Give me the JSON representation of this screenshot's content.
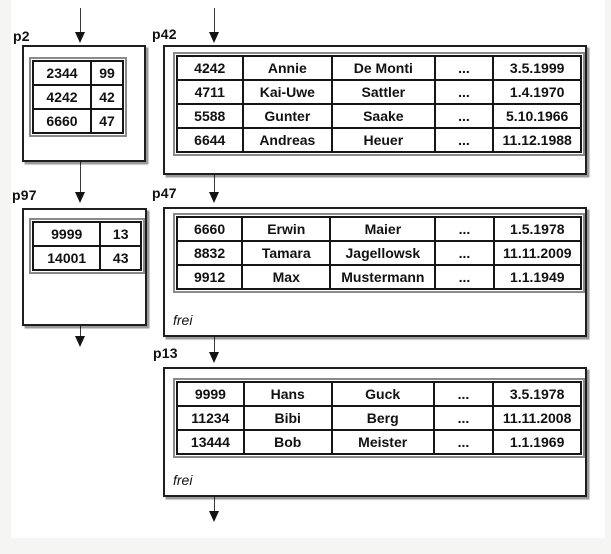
{
  "colors": {
    "background": "#ffffff",
    "page_margin": "#f5f5f3",
    "box_border": "#1f1f1f",
    "table_frame_gray": "#8a8a8a",
    "cell_border": "#161616",
    "arrow": "#141414",
    "text": "#111111"
  },
  "nodes": {
    "p2": {
      "label": "p2",
      "rows": [
        [
          "2344",
          "99"
        ],
        [
          "4242",
          "42"
        ],
        [
          "6660",
          "47"
        ]
      ]
    },
    "p42": {
      "label": "p42",
      "rows": [
        [
          "4242",
          "Annie",
          "De Monti",
          "...",
          "3.5.1999"
        ],
        [
          "4711",
          "Kai-Uwe",
          "Sattler",
          "...",
          "1.4.1970"
        ],
        [
          "5588",
          "Gunter",
          "Saake",
          "...",
          "5.10.1966"
        ],
        [
          "6644",
          "Andreas",
          "Heuer",
          "...",
          "11.12.1988"
        ]
      ]
    },
    "p97": {
      "label": "p97",
      "rows": [
        [
          "9999",
          "13"
        ],
        [
          "14001",
          "43"
        ]
      ]
    },
    "p47": {
      "label": "p47",
      "free_label": "frei",
      "rows": [
        [
          "6660",
          "Erwin",
          "Maier",
          "...",
          "1.5.1978"
        ],
        [
          "8832",
          "Tamara",
          "Jagellowsk",
          "...",
          "11.11.2009"
        ],
        [
          "9912",
          "Max",
          "Mustermann",
          "...",
          "1.1.1949"
        ]
      ]
    },
    "p13": {
      "label": "p13",
      "free_label": "frei",
      "rows": [
        [
          "9999",
          "Hans",
          "Guck",
          "...",
          "3.5.1978"
        ],
        [
          "11234",
          "Bibi",
          "Berg",
          "...",
          "11.11.2008"
        ],
        [
          "13444",
          "Bob",
          "Meister",
          "...",
          "1.1.1969"
        ]
      ]
    }
  }
}
